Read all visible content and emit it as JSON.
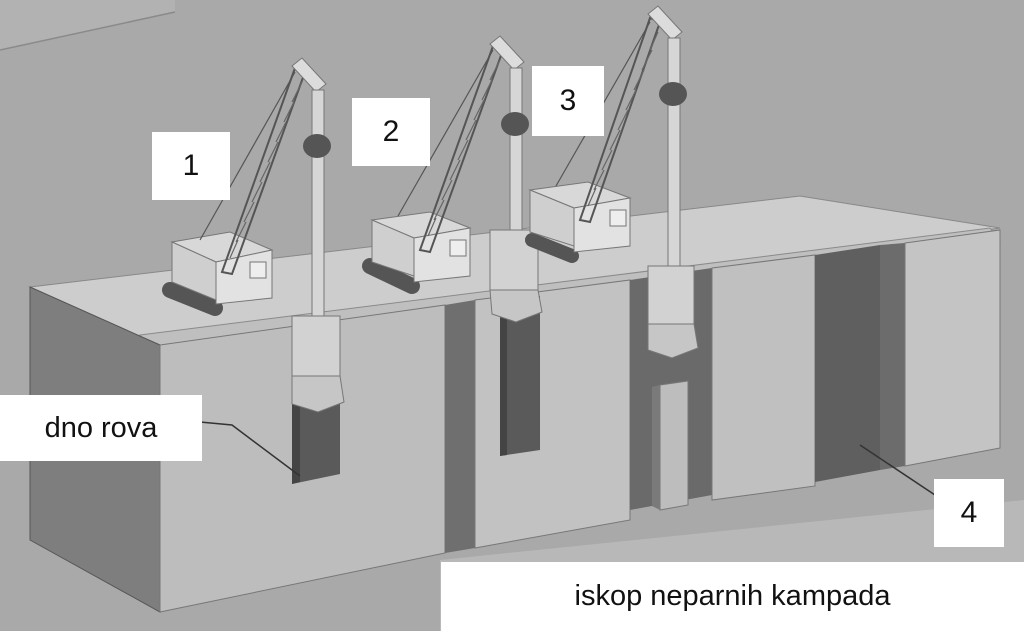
{
  "labels": {
    "crane_1": "1",
    "crane_2": "2",
    "crane_3": "3",
    "marker_4": "4",
    "trench_bottom": "dno rova",
    "caption": "iskop neparnih kampada"
  },
  "colors": {
    "background": "#a9a9a9",
    "wall_top": "#c8c8c8",
    "wall_front": "#bdbdbd",
    "wall_side": "#7a7a7a",
    "trench_dark": "#5f5f5f",
    "label_bg": "#ffffff"
  }
}
